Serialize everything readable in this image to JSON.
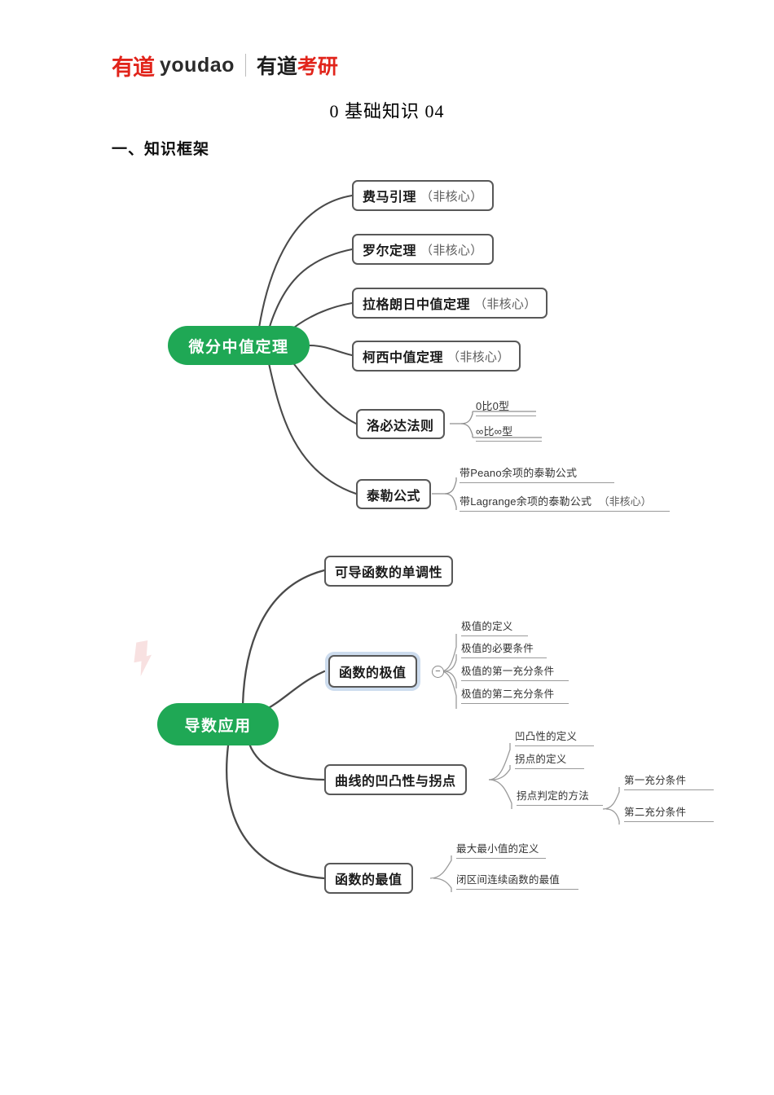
{
  "logo": {
    "brand_cn": "有道",
    "brand_en": "youdao",
    "suffix_a": "有道",
    "suffix_b": "考研",
    "brand_color": "#e1241b"
  },
  "document": {
    "title": "0 基础知识 04",
    "section_heading": "一、知识框架"
  },
  "maps": [
    {
      "hub": "微分中值定理",
      "hub_color": "#1fa855",
      "branches": [
        {
          "label": "费马引理",
          "note": "（非核心）",
          "children": []
        },
        {
          "label": "罗尔定理",
          "note": "（非核心）",
          "children": []
        },
        {
          "label": "拉格朗日中值定理",
          "note": "（非核心）",
          "children": []
        },
        {
          "label": "柯西中值定理",
          "note": "（非核心）",
          "children": []
        },
        {
          "label": "洛必达法则",
          "note": "",
          "children": [
            {
              "label": "0比0型",
              "note": ""
            },
            {
              "label": "∞比∞型",
              "note": ""
            }
          ]
        },
        {
          "label": "泰勒公式",
          "note": "",
          "children": [
            {
              "label": "带Peano余项的泰勒公式",
              "note": ""
            },
            {
              "label": "带Lagrange余项的泰勒公式",
              "note": "（非核心）"
            }
          ]
        }
      ]
    },
    {
      "hub": "导数应用",
      "hub_color": "#1fa855",
      "branches": [
        {
          "label": "可导函数的单调性",
          "note": "",
          "children": []
        },
        {
          "label": "函数的极值",
          "note": "",
          "selected": true,
          "collapse_icon": "−",
          "children": [
            {
              "label": "极值的定义",
              "note": ""
            },
            {
              "label": "极值的必要条件",
              "note": ""
            },
            {
              "label": "极值的第一充分条件",
              "note": ""
            },
            {
              "label": "极值的第二充分条件",
              "note": ""
            }
          ]
        },
        {
          "label": "曲线的凹凸性与拐点",
          "note": "",
          "children": [
            {
              "label": "凹凸性的定义",
              "note": ""
            },
            {
              "label": "拐点的定义",
              "note": ""
            },
            {
              "label": "拐点判定的方法",
              "note": "",
              "children": [
                {
                  "label": "第一充分条件",
                  "note": ""
                },
                {
                  "label": "第二充分条件",
                  "note": ""
                }
              ]
            }
          ]
        },
        {
          "label": "函数的最值",
          "note": "",
          "children": [
            {
              "label": "最大最小值的定义",
              "note": ""
            },
            {
              "label": "闭区间连续函数的最值",
              "note": ""
            }
          ]
        }
      ]
    }
  ]
}
